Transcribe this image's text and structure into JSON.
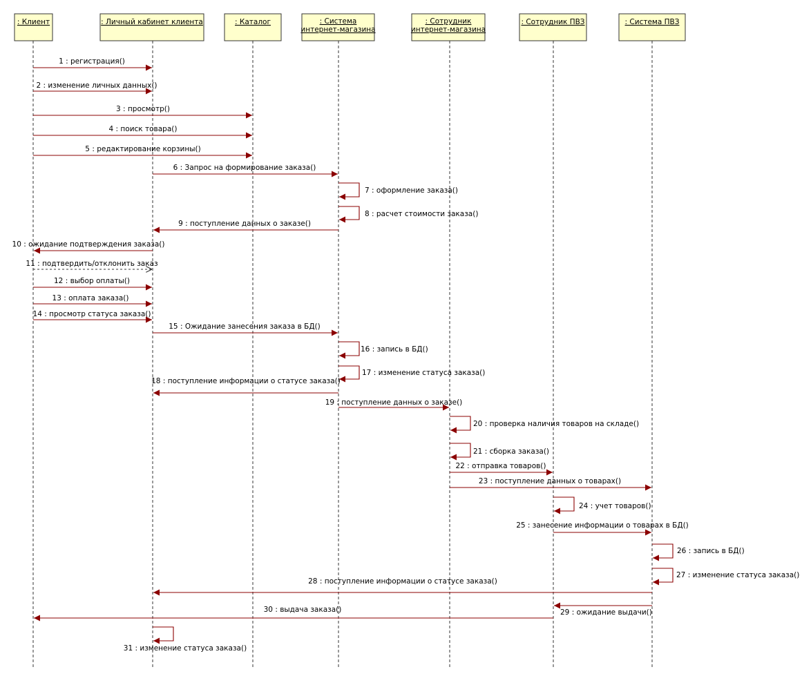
{
  "lifelines": [
    {
      "id": "client",
      "lines": [
        ": Клиент"
      ]
    },
    {
      "id": "cabinet",
      "lines": [
        ": Личный кабинет клиента"
      ]
    },
    {
      "id": "catalog",
      "lines": [
        ": Каталог"
      ]
    },
    {
      "id": "shop",
      "lines": [
        ": Система",
        "интернет-магазина"
      ]
    },
    {
      "id": "employee",
      "lines": [
        ": Сотрудник",
        "интернет-магазина"
      ]
    },
    {
      "id": "pvz-staff",
      "lines": [
        ": Сотрудник ПВЗ"
      ]
    },
    {
      "id": "pvz-system",
      "lines": [
        ": Система ПВЗ"
      ]
    }
  ],
  "messages": [
    {
      "n": 1,
      "label": "1 : регистрация()",
      "from": "client",
      "to": "cabinet"
    },
    {
      "n": 2,
      "label": "2 : изменение личных данных()",
      "from": "client",
      "to": "cabinet"
    },
    {
      "n": 3,
      "label": "3 : просмотр()",
      "from": "client",
      "to": "catalog"
    },
    {
      "n": 4,
      "label": "4 : поиск товара()",
      "from": "client",
      "to": "catalog"
    },
    {
      "n": 5,
      "label": "5 : редактирование корзины()",
      "from": "client",
      "to": "catalog"
    },
    {
      "n": 6,
      "label": "6 : Запрос на формирование заказа()",
      "from": "cabinet",
      "to": "shop"
    },
    {
      "n": 7,
      "label": "7 : оформление заказа()",
      "from": "shop",
      "to": "shop"
    },
    {
      "n": 8,
      "label": "8 : расчет стоимости заказа()",
      "from": "shop",
      "to": "shop"
    },
    {
      "n": 9,
      "label": "9 : поступление данных о заказе()",
      "from": "shop",
      "to": "cabinet"
    },
    {
      "n": 10,
      "label": "10 : ожидание подтверждения заказа()",
      "from": "cabinet",
      "to": "client"
    },
    {
      "n": 11,
      "label": "11 : подтвердить/отклонить заказ",
      "from": "client",
      "to": "cabinet",
      "reply": true
    },
    {
      "n": 12,
      "label": "12 : выбор оплаты()",
      "from": "client",
      "to": "cabinet"
    },
    {
      "n": 13,
      "label": "13 : оплата заказа()",
      "from": "client",
      "to": "cabinet"
    },
    {
      "n": 14,
      "label": "14 : просмотр статуса заказа()",
      "from": "client",
      "to": "cabinet"
    },
    {
      "n": 15,
      "label": "15 : Ожидание занесения заказа в БД()",
      "from": "cabinet",
      "to": "shop"
    },
    {
      "n": 16,
      "label": "16 : запись в БД()",
      "from": "shop",
      "to": "shop"
    },
    {
      "n": 17,
      "label": "17 : изменение статуса заказа()",
      "from": "shop",
      "to": "shop"
    },
    {
      "n": 18,
      "label": "18 : поступление информации о статусе заказа()",
      "from": "shop",
      "to": "cabinet"
    },
    {
      "n": 19,
      "label": "19 : поступление данных о заказе()",
      "from": "shop",
      "to": "employee"
    },
    {
      "n": 20,
      "label": "20 : проверка наличия товаров на складе()",
      "from": "employee",
      "to": "employee"
    },
    {
      "n": 21,
      "label": "21 : сборка заказа()",
      "from": "employee",
      "to": "employee"
    },
    {
      "n": 22,
      "label": "22 : отправка товаров()",
      "from": "employee",
      "to": "pvz-staff"
    },
    {
      "n": 23,
      "label": "23 : поступление данных о товарах()",
      "from": "employee",
      "to": "pvz-system"
    },
    {
      "n": 24,
      "label": "24 : учет товаров()",
      "from": "pvz-staff",
      "to": "pvz-staff"
    },
    {
      "n": 25,
      "label": "25 : занесение информации о товарах в БД()",
      "from": "pvz-staff",
      "to": "pvz-system"
    },
    {
      "n": 26,
      "label": "26 : запись в БД()",
      "from": "pvz-system",
      "to": "pvz-system"
    },
    {
      "n": 27,
      "label": "27 : изменение статуса заказа()",
      "from": "pvz-system",
      "to": "pvz-system"
    },
    {
      "n": 28,
      "label": "28 : поступление информации о статусе заказа()",
      "from": "pvz-system",
      "to": "cabinet"
    },
    {
      "n": 29,
      "label": "29 : ожидание выдачи()",
      "from": "pvz-system",
      "to": "pvz-staff"
    },
    {
      "n": 30,
      "label": "30 : выдача заказа()",
      "from": "pvz-staff",
      "to": "client"
    },
    {
      "n": 31,
      "label": "31 : изменение статуса заказа()",
      "from": "cabinet",
      "to": "cabinet"
    }
  ],
  "colors": {
    "message": "#8b0000",
    "lifeline_fill": "#ffffcc",
    "reply": "#333333"
  }
}
